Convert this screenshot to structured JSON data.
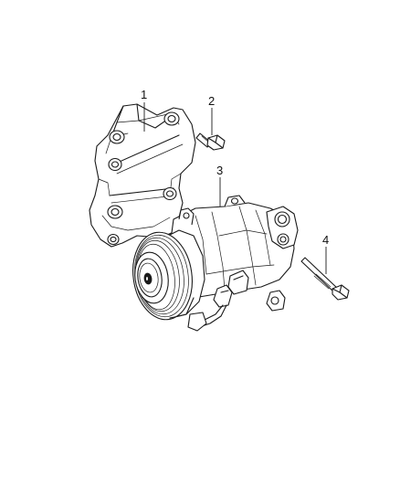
{
  "callouts": [
    {
      "id": "1",
      "label": "1",
      "part": "bracket"
    },
    {
      "id": "2",
      "label": "2",
      "part": "short-bolt"
    },
    {
      "id": "3",
      "label": "3",
      "part": "compressor"
    },
    {
      "id": "4",
      "label": "4",
      "part": "long-bolt"
    }
  ]
}
